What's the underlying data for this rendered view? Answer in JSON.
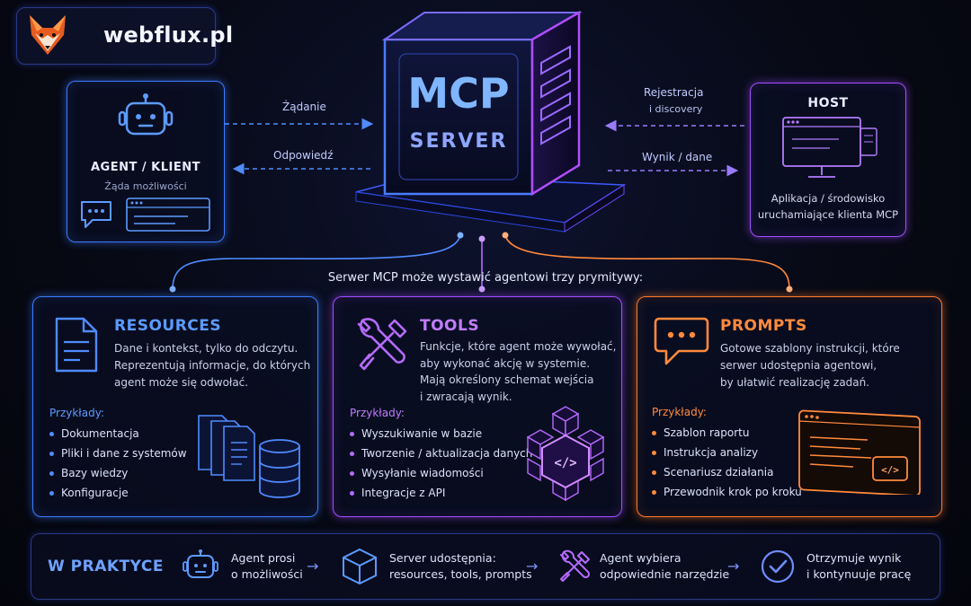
{
  "brand": {
    "name": "webflux.pl"
  },
  "server": {
    "line1": "MCP",
    "line2": "SERVER"
  },
  "agent": {
    "title": "AGENT / KLIENT",
    "subtitle": "Żąda możliwości"
  },
  "host": {
    "title": "HOST",
    "desc_line1": "Aplikacja / środowisko",
    "desc_line2": "uruchamiające klienta MCP"
  },
  "arrows": {
    "request": "Żądanie",
    "response": "Odpowiedź",
    "registration_line1": "Rejestracja",
    "registration_line2": "i discovery",
    "result": "Wynik / dane"
  },
  "primitives_caption": "Serwer MCP może wystawić agentowi trzy prymitywy:",
  "resources": {
    "title": "RESOURCES",
    "desc": [
      "Dane i kontekst, tylko do odczytu.",
      "Reprezentują informacje, do których",
      "agent może się odwołać."
    ],
    "examples_label": "Przykłady:",
    "examples": [
      "Dokumentacja",
      "Pliki i dane z systemów",
      "Bazy wiedzy",
      "Konfiguracje"
    ]
  },
  "tools": {
    "title": "TOOLS",
    "desc": [
      "Funkcje, które agent może wywołać,",
      "aby wykonać akcję w systemie.",
      "Mają określony schemat wejścia",
      "i zwracają wynik."
    ],
    "examples_label": "Przykłady:",
    "examples": [
      "Wyszukiwanie w bazie",
      "Tworzenie / aktualizacja danych",
      "Wysyłanie wiadomości",
      "Integracje z API"
    ]
  },
  "prompts": {
    "title": "PROMPTS",
    "desc": [
      "Gotowe szablony instrukcji, które",
      "serwer udostępnia agentowi,",
      "by ułatwić realizację zadań."
    ],
    "examples_label": "Przykłady:",
    "examples": [
      "Szablon raportu",
      "Instrukcja analizy",
      "Scenariusz działania",
      "Przewodnik krok po kroku"
    ]
  },
  "practice": {
    "title": "W PRAKTYCE",
    "steps": [
      {
        "line1": "Agent prosi",
        "line2": "o możliwości"
      },
      {
        "line1": "Server udostępnia:",
        "line2": "resources, tools, prompts"
      },
      {
        "line1": "Agent wybiera",
        "line2": "odpowiednie narzędzie"
      },
      {
        "line1": "Otrzymuje wynik",
        "line2": "i kontynuuje pracę"
      }
    ],
    "separator": "→"
  },
  "colors": {
    "blue": "#3d7bff",
    "purple": "#a24dff",
    "orange": "#ff7a2a",
    "cyan": "#5ad0ff"
  }
}
